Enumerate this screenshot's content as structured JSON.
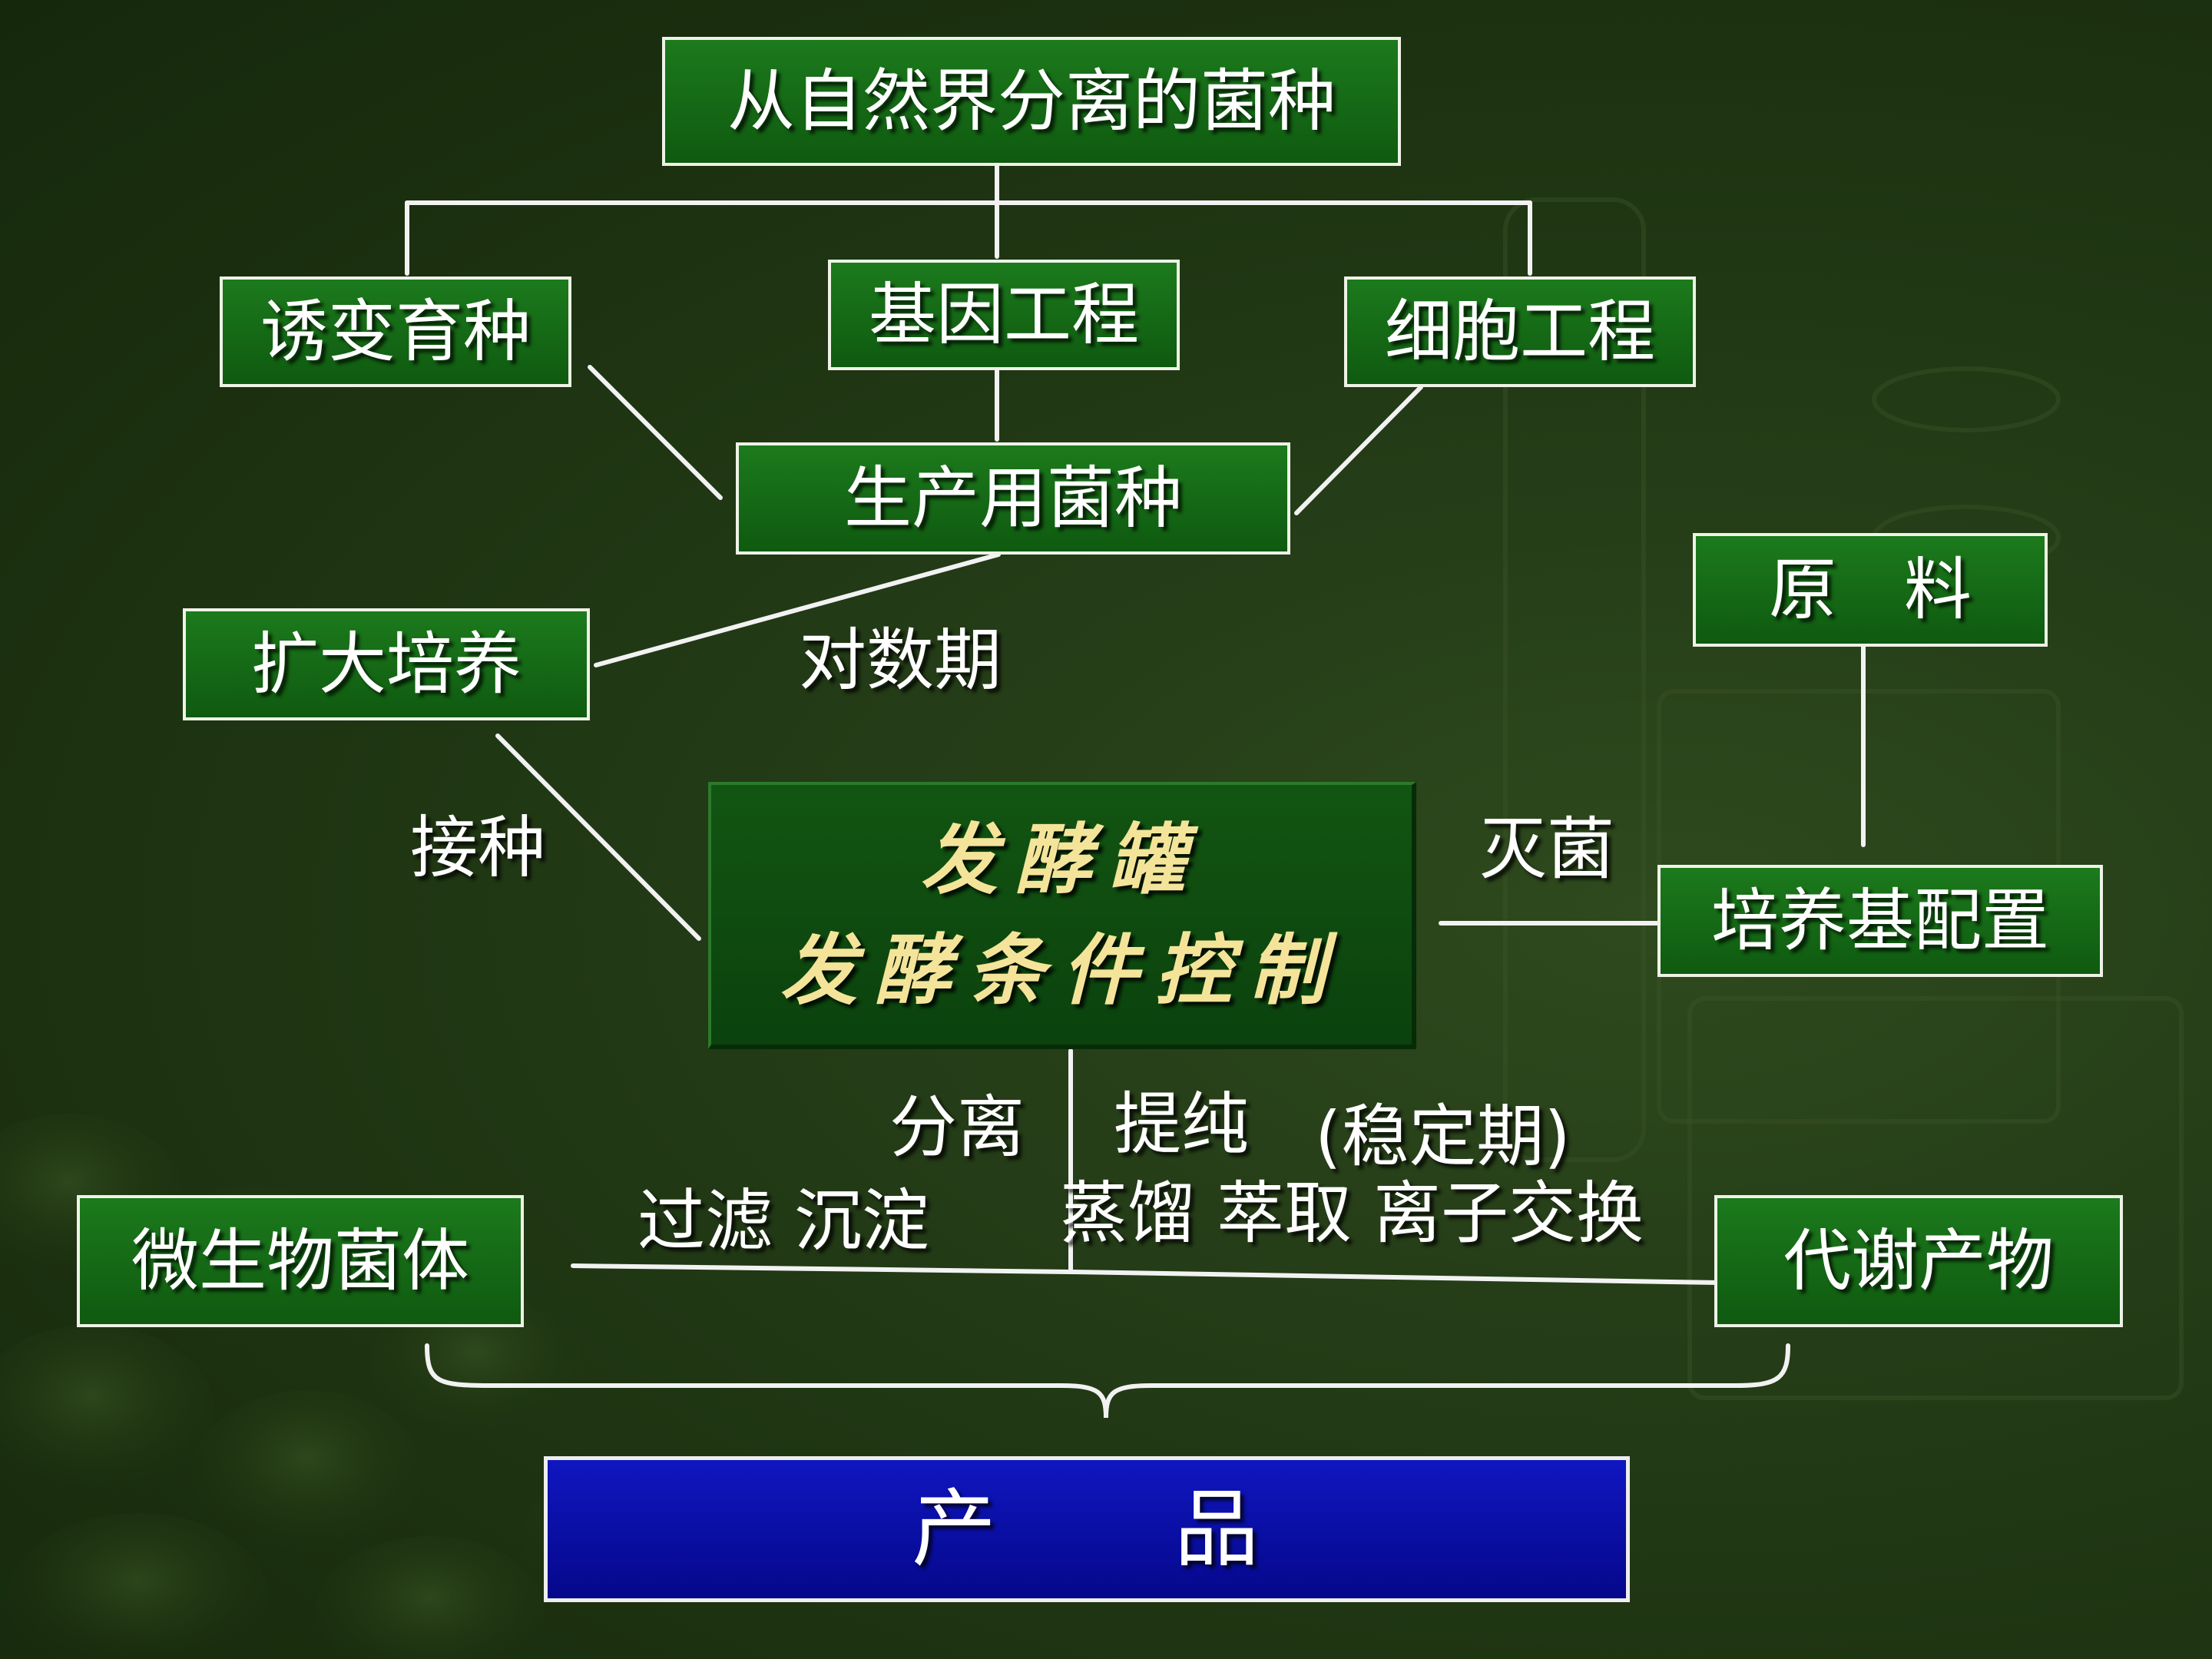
{
  "diagram": {
    "source_strain": "从自然界分离的菌种",
    "mutation_breeding": "诱变育种",
    "genetic_engineering": "基因工程",
    "cell_engineering": "细胞工程",
    "production_strain": "生产用菌种",
    "scale_up_culture": "扩大培养",
    "log_phase_label": "对数期",
    "raw_material": "原　料",
    "inoculation_label": "接种",
    "sterilization_label": "灭菌",
    "medium_preparation": "培养基配置",
    "fermenter_line1": "发酵罐",
    "fermenter_line2": "发酵条件控制",
    "separation_label": "分离",
    "purification_label": "提纯",
    "stationary_phase_label": "(稳定期)",
    "filtration_label": "过滤 沉淀",
    "extraction_label": "蒸馏 萃取 离子交换",
    "microbial_cells": "微生物菌体",
    "metabolites": "代谢产物",
    "product": "产　　品"
  },
  "colors": {
    "background": "#1e3413",
    "box_fill": "#127012",
    "box_border": "#eef3e6",
    "fermenter_text": "#f4e49a",
    "product_fill": "#0a0fa8",
    "line": "#f2f2f2"
  }
}
